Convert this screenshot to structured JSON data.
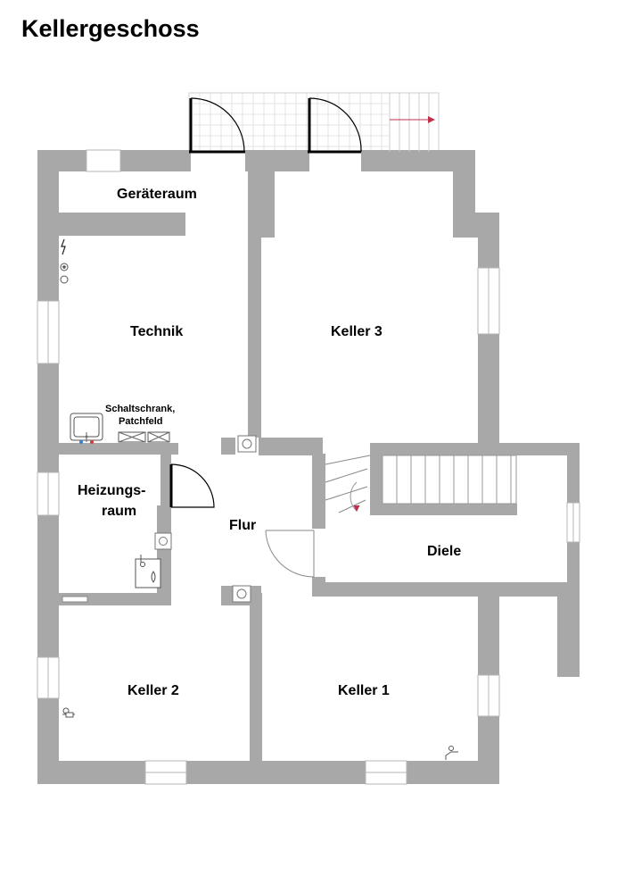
{
  "title": "Kellergeschoss",
  "rooms": {
    "geraeteraum": "Geräteraum",
    "technik": "Technik",
    "keller3": "Keller 3",
    "schaltschrank_line1": "Schaltschrank,",
    "schaltschrank_line2": "Patchfeld",
    "heizung_line1": "Heizungs-",
    "heizung_line2": "raum",
    "flur": "Flur",
    "diele": "Diele",
    "keller2": "Keller 2",
    "keller1": "Keller 1"
  },
  "colors": {
    "wall": "#a8a8a8",
    "stair_arrow": "#c0304a"
  },
  "icons": [
    "lightning-icon",
    "socket-icon",
    "phone-icon",
    "sink-icon",
    "meter-icon",
    "boiler-icon",
    "water-tap-icon",
    "chimney-icon"
  ]
}
